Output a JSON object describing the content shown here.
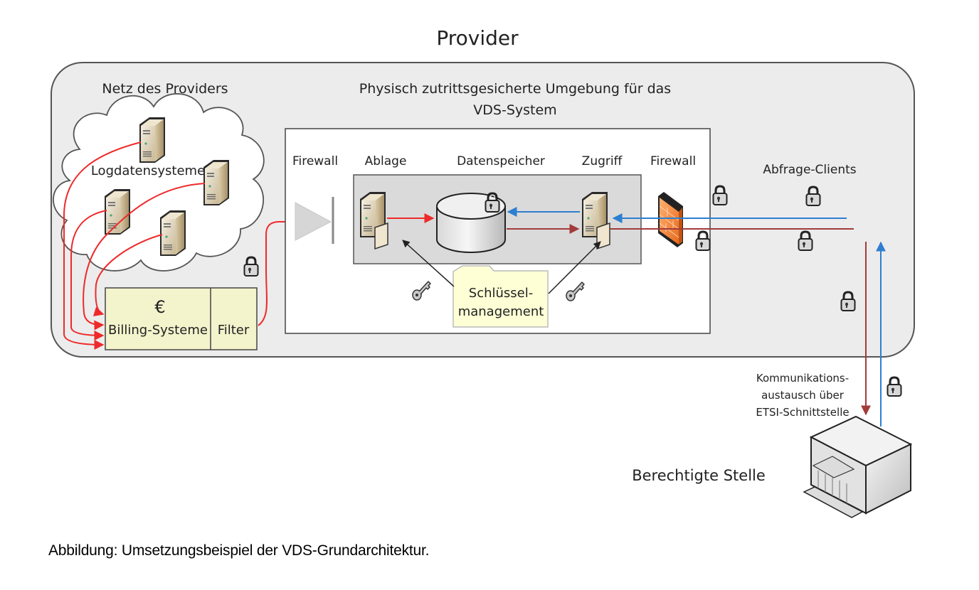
{
  "title": "Provider",
  "caption": "Abbildung: Umsetzungsbeispiel der VDS-Grundarchitektur.",
  "zones": {
    "provider_network": "Netz des Providers",
    "secure_env_line1": "Physisch zutrittsgesicherte Umgebung für das",
    "secure_env_line2": "VDS-System"
  },
  "nodes": {
    "log_systems": "Logdatensysteme",
    "billing_currency": "€",
    "billing": "Billing-Systeme",
    "filter": "Filter",
    "firewall_in": "Firewall",
    "storage_in": "Ablage",
    "datastore": "Datenspeicher",
    "access": "Zugriff",
    "firewall_out": "Firewall",
    "key_mgmt_line1": "Schlüssel-",
    "key_mgmt_line2": "management",
    "query_clients": "Abfrage-Clients",
    "comm_line1": "Kommunikations-",
    "comm_line2": "austausch über",
    "comm_line3": "ETSI-Schnittstelle",
    "authority": "Berechtigte Stelle"
  },
  "colors": {
    "data_flow": "#ee2a2a",
    "response_flow": "#a33b3b",
    "request_flow": "#2d7fd0",
    "billing_fill": "#f3f3cc",
    "zone_fill": "#ececec",
    "firewall": "#f08030"
  }
}
